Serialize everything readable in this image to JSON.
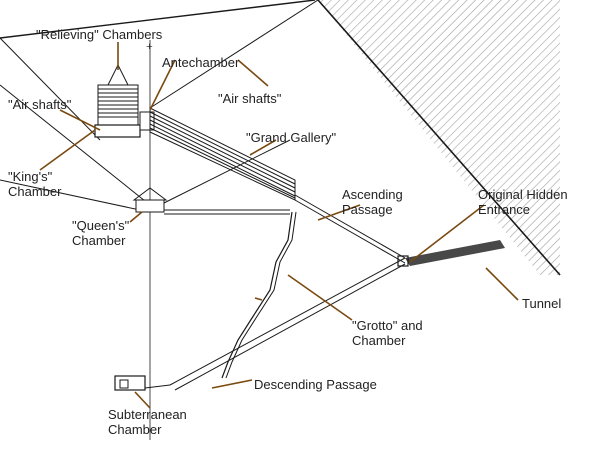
{
  "colors": {
    "ink": "#1a1a1a",
    "leader": "#7a4a10",
    "text": "#222222",
    "hatch": "#555555"
  },
  "labels": {
    "relieving_chambers": "\"Relieving\" Chambers",
    "antechamber": "Antechamber",
    "air_shafts_left": "\"Air shafts\"",
    "air_shafts_right": "\"Air shafts\"",
    "grand_gallery": "\"Grand Gallery\"",
    "kings_chamber": "\"King's\"\nChamber",
    "ascending_passage": "Ascending\nPassage",
    "original_hidden_entrance": "Original Hidden\nEntrance",
    "queens_chamber": "\"Queen's\"\nChamber",
    "tunnel": "Tunnel",
    "grotto_chamber": "\"Grotto\" and\nChamber",
    "descending_passage": "Descending Passage",
    "subterranean_chamber": "Subterranean\nChamber"
  }
}
